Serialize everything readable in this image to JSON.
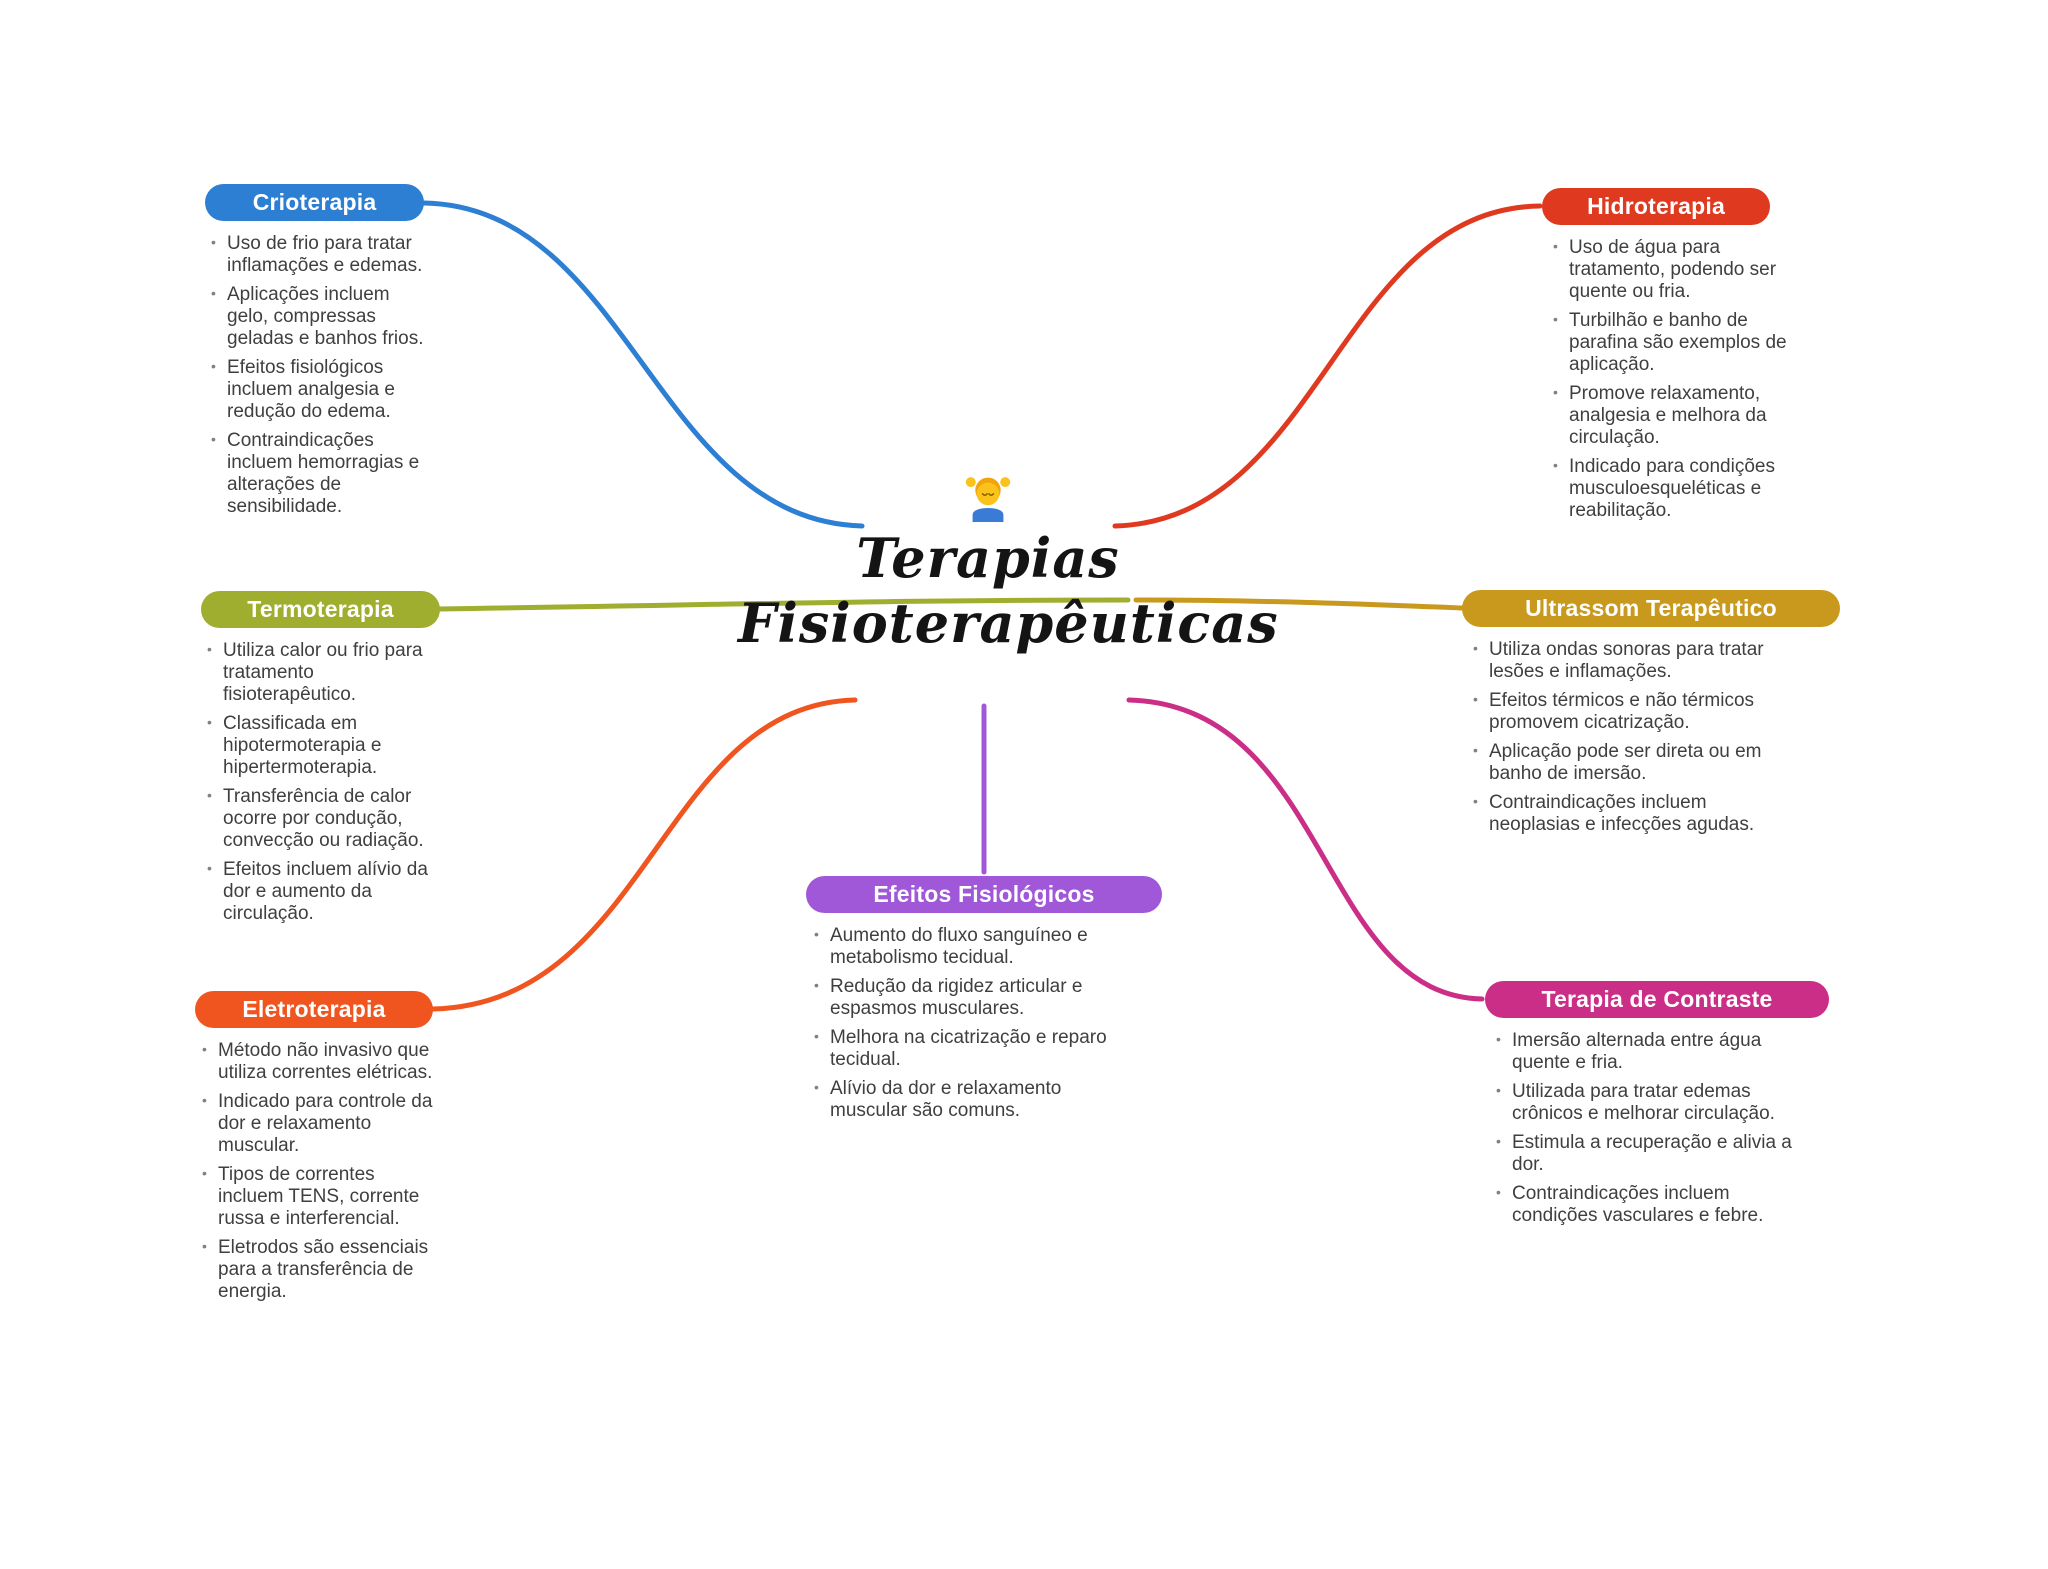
{
  "center": {
    "emoji_icon": "person-getting-massage",
    "title_line1": "Terapias",
    "title_line2": "Fisioterapêuticas"
  },
  "branches": [
    {
      "id": "crioterapia",
      "label": "Crioterapia",
      "color": "#2d7fd3",
      "items": [
        "Uso de frio para tratar inflamações e edemas.",
        "Aplicações incluem gelo, compressas geladas e banhos frios.",
        "Efeitos fisiológicos incluem analgesia e redução do edema.",
        "Contraindicações incluem hemorragias e alterações de sensibilidade."
      ]
    },
    {
      "id": "termoterapia",
      "label": "Termoterapia",
      "color": "#9fae2f",
      "items": [
        "Utiliza calor ou frio para tratamento fisioterapêutico.",
        "Classificada em hipotermoterapia e hipertermoterapia.",
        "Transferência de calor ocorre por condução, convecção ou radiação.",
        "Efeitos incluem alívio da dor e aumento da circulação."
      ]
    },
    {
      "id": "eletroterapia",
      "label": "Eletroterapia",
      "color": "#f0551f",
      "items": [
        "Método não invasivo que utiliza correntes elétricas.",
        "Indicado para controle da dor e relaxamento muscular.",
        "Tipos de correntes incluem TENS, corrente russa e interferencial.",
        "Eletrodos são essenciais para a transferência de energia."
      ]
    },
    {
      "id": "hidroterapia",
      "label": "Hidroterapia",
      "color": "#df3a1f",
      "items": [
        "Uso de água para tratamento, podendo ser quente ou fria.",
        "Turbilhão e banho de parafina são exemplos de aplicação.",
        "Promove relaxamento, analgesia e melhora da circulação.",
        "Indicado para condições musculoesqueléticas e reabilitação."
      ]
    },
    {
      "id": "ultrassom-terapeutico",
      "label": "Ultrassom Terapêutico",
      "color": "#c8991d",
      "items": [
        "Utiliza ondas sonoras para tratar lesões e inflamações.",
        "Efeitos térmicos e não térmicos promovem cicatrização.",
        "Aplicação pode ser direta ou em banho de imersão.",
        "Contraindicações incluem neoplasias e infecções agudas."
      ]
    },
    {
      "id": "terapia-de-contraste",
      "label": "Terapia de Contraste",
      "color": "#cb2e86",
      "items": [
        "Imersão alternada entre água quente e fria.",
        "Utilizada para tratar edemas crônicos e melhorar circulação.",
        "Estimula a recuperação e alivia a dor.",
        "Contraindicações incluem condições vasculares e febre."
      ]
    },
    {
      "id": "efeitos-fisiologicos",
      "label": "Efeitos Fisiológicos",
      "color": "#a158d8",
      "items": [
        "Aumento do fluxo sanguíneo e metabolismo tecidual.",
        "Redução da rigidez articular e espasmos musculares.",
        "Melhora na cicatrização e reparo tecidual.",
        "Alívio da dor e relaxamento muscular são comuns."
      ]
    }
  ]
}
